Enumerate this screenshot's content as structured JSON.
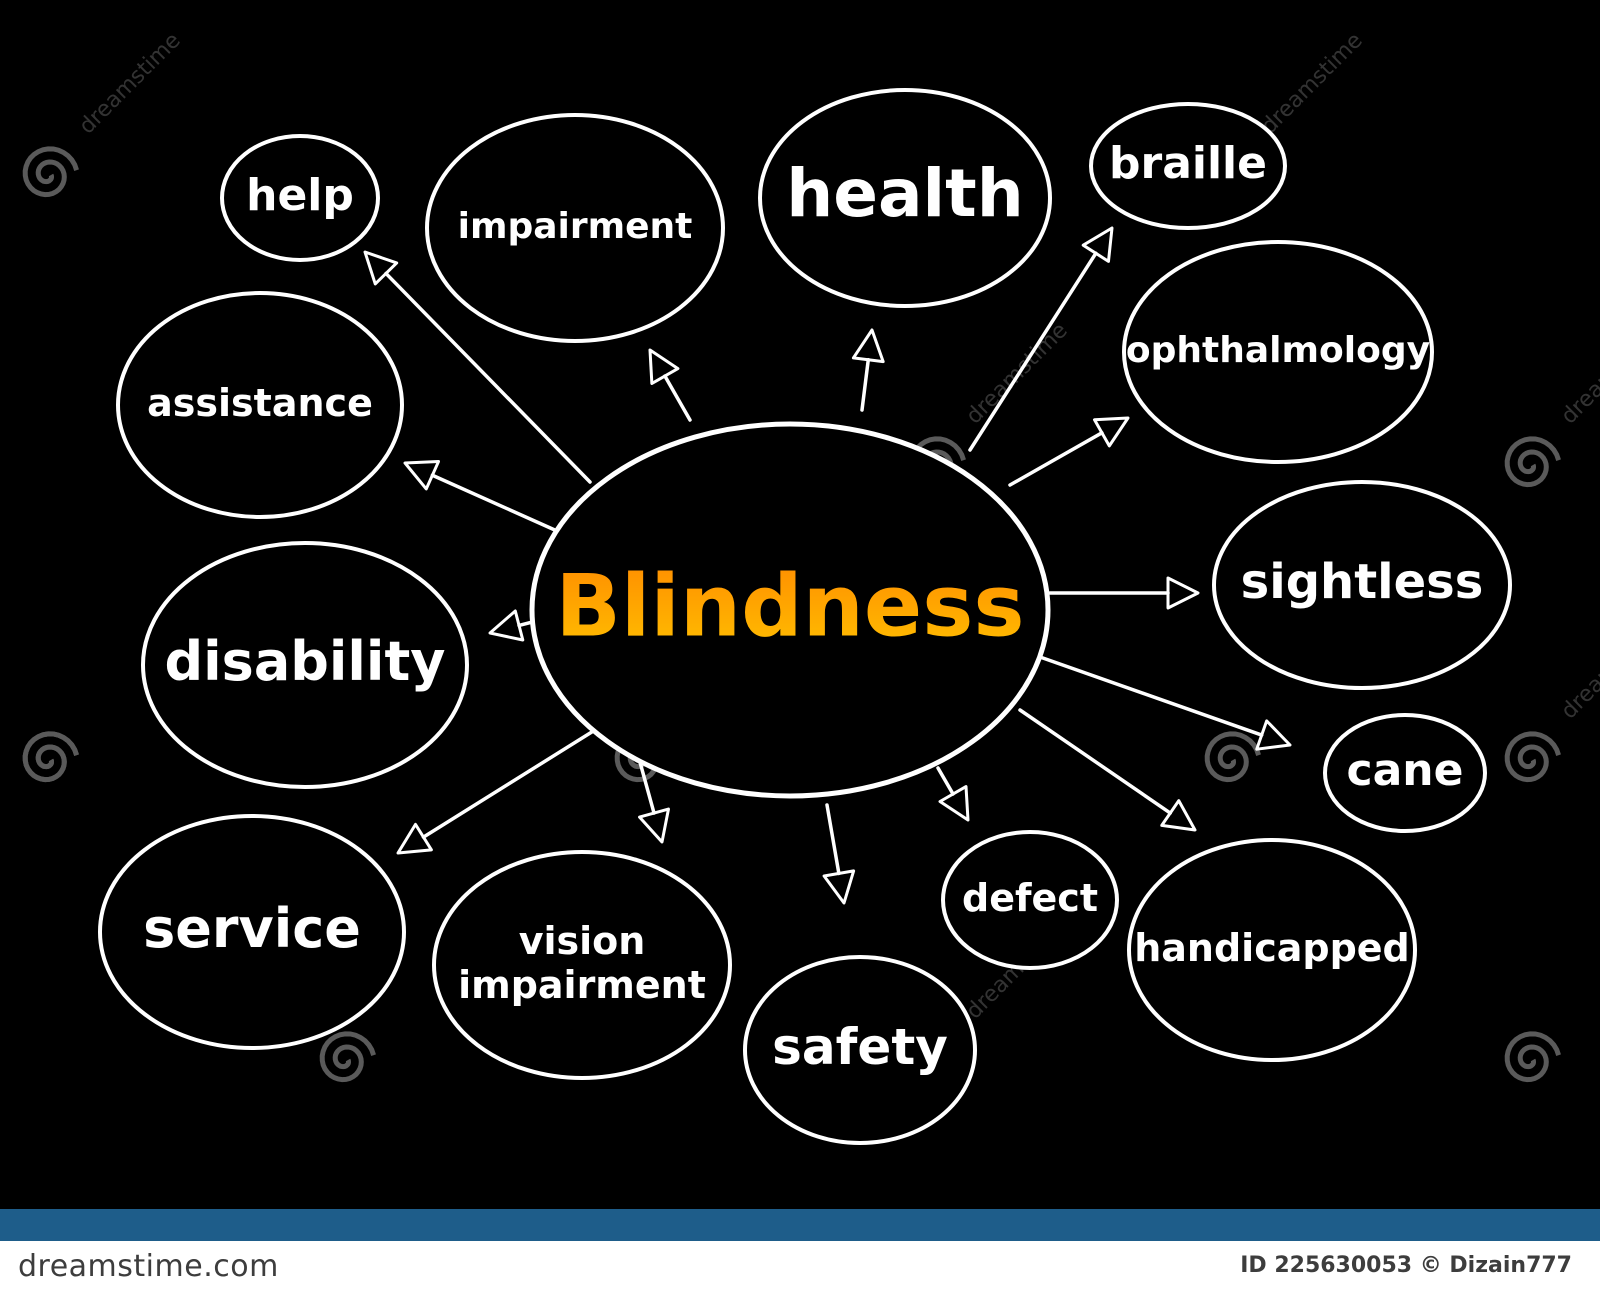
{
  "diagram": {
    "center": {
      "label": "Blindness",
      "color_top": "#ff8c00",
      "color_bottom": "#ffc000"
    },
    "nodes": [
      {
        "id": "help",
        "label": "help"
      },
      {
        "id": "impairment",
        "label": "impairment"
      },
      {
        "id": "health",
        "label": "health"
      },
      {
        "id": "braille",
        "label": "braille"
      },
      {
        "id": "ophthalmology",
        "label": "ophthalmology"
      },
      {
        "id": "assistance",
        "label": "assistance"
      },
      {
        "id": "sightless",
        "label": "sightless"
      },
      {
        "id": "disability",
        "label": "disability"
      },
      {
        "id": "cane",
        "label": "cane"
      },
      {
        "id": "service",
        "label": "service"
      },
      {
        "id": "vision-impairment",
        "label": "vision\nimpairment"
      },
      {
        "id": "safety",
        "label": "safety"
      },
      {
        "id": "defect",
        "label": "defect"
      },
      {
        "id": "handicapped",
        "label": "handicapped"
      }
    ]
  },
  "watermark": {
    "text": "dreamstime",
    "icon": "spiral-icon"
  },
  "footer": {
    "site": "dreamstime.com",
    "image_id": "ID 225630053 © Dizain777",
    "stripe_color": "#1e5d8a"
  }
}
